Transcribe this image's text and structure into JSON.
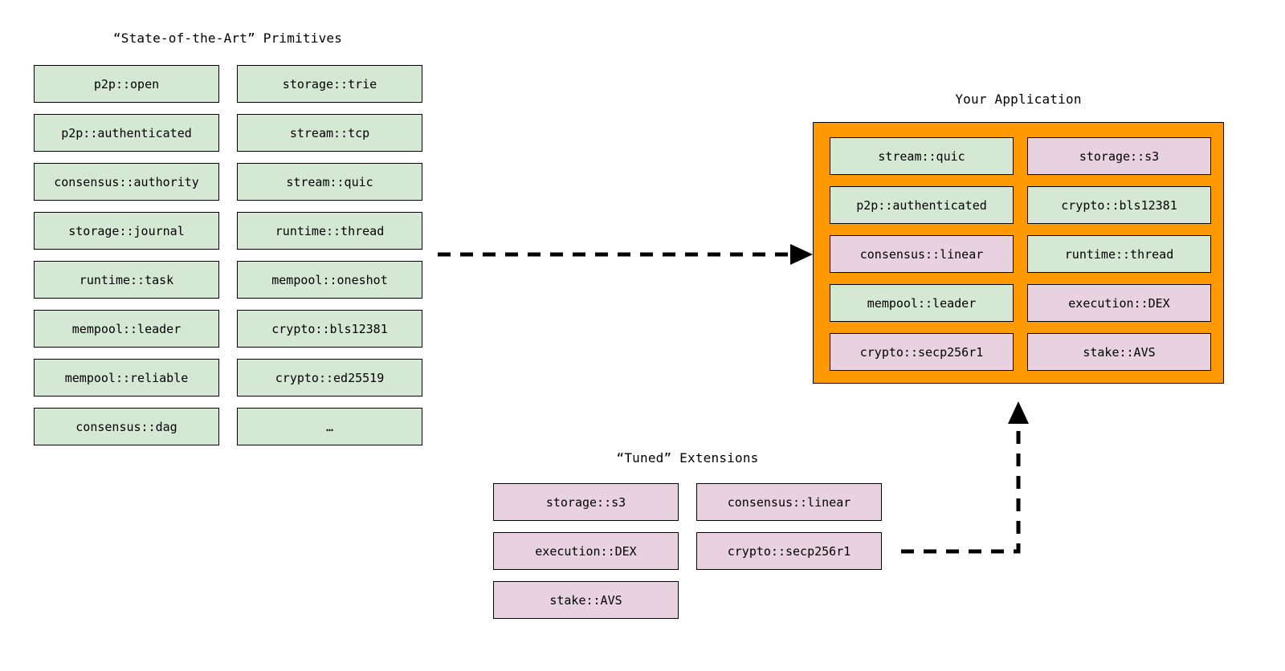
{
  "diagram": {
    "background": "#ffffff",
    "colors": {
      "primitive_green": "#d5e8d4",
      "extension_pink": "#e8d2e0",
      "application_orange": "#ff9900",
      "stroke": "#000000"
    }
  },
  "sota": {
    "title": "“State-of-the-Art” Primitives",
    "column_1": [
      {
        "label": "p2p::open"
      },
      {
        "label": "p2p::authenticated"
      },
      {
        "label": "consensus::authority"
      },
      {
        "label": "storage::journal"
      },
      {
        "label": "runtime::task"
      },
      {
        "label": "mempool::leader"
      },
      {
        "label": "mempool::reliable"
      },
      {
        "label": "consensus::dag"
      }
    ],
    "column_2": [
      {
        "label": "storage::trie"
      },
      {
        "label": "stream::tcp"
      },
      {
        "label": "stream::quic"
      },
      {
        "label": "runtime::thread"
      },
      {
        "label": "mempool::oneshot"
      },
      {
        "label": "crypto::bls12381"
      },
      {
        "label": "crypto::ed25519"
      },
      {
        "label": "…"
      }
    ]
  },
  "application": {
    "title": "Your Application",
    "column_1": [
      {
        "label": "stream::quic",
        "kind": "green"
      },
      {
        "label": "p2p::authenticated",
        "kind": "green"
      },
      {
        "label": "consensus::linear",
        "kind": "pink"
      },
      {
        "label": "mempool::leader",
        "kind": "green"
      },
      {
        "label": "crypto::secp256r1",
        "kind": "pink"
      }
    ],
    "column_2": [
      {
        "label": "storage::s3",
        "kind": "pink"
      },
      {
        "label": "crypto::bls12381",
        "kind": "green"
      },
      {
        "label": "runtime::thread",
        "kind": "green"
      },
      {
        "label": "execution::DEX",
        "kind": "pink"
      },
      {
        "label": "stake::AVS",
        "kind": "pink"
      }
    ]
  },
  "tuned": {
    "title": "“Tuned” Extensions",
    "column_1": [
      {
        "label": "storage::s3"
      },
      {
        "label": "execution::DEX"
      },
      {
        "label": "stake::AVS"
      }
    ],
    "column_2": [
      {
        "label": "consensus::linear"
      },
      {
        "label": "crypto::secp256r1"
      }
    ]
  },
  "connectors": [
    {
      "name": "primitives-to-application",
      "style": "dashed",
      "direction": "right"
    },
    {
      "name": "extensions-to-application",
      "style": "dashed",
      "direction": "up"
    }
  ]
}
